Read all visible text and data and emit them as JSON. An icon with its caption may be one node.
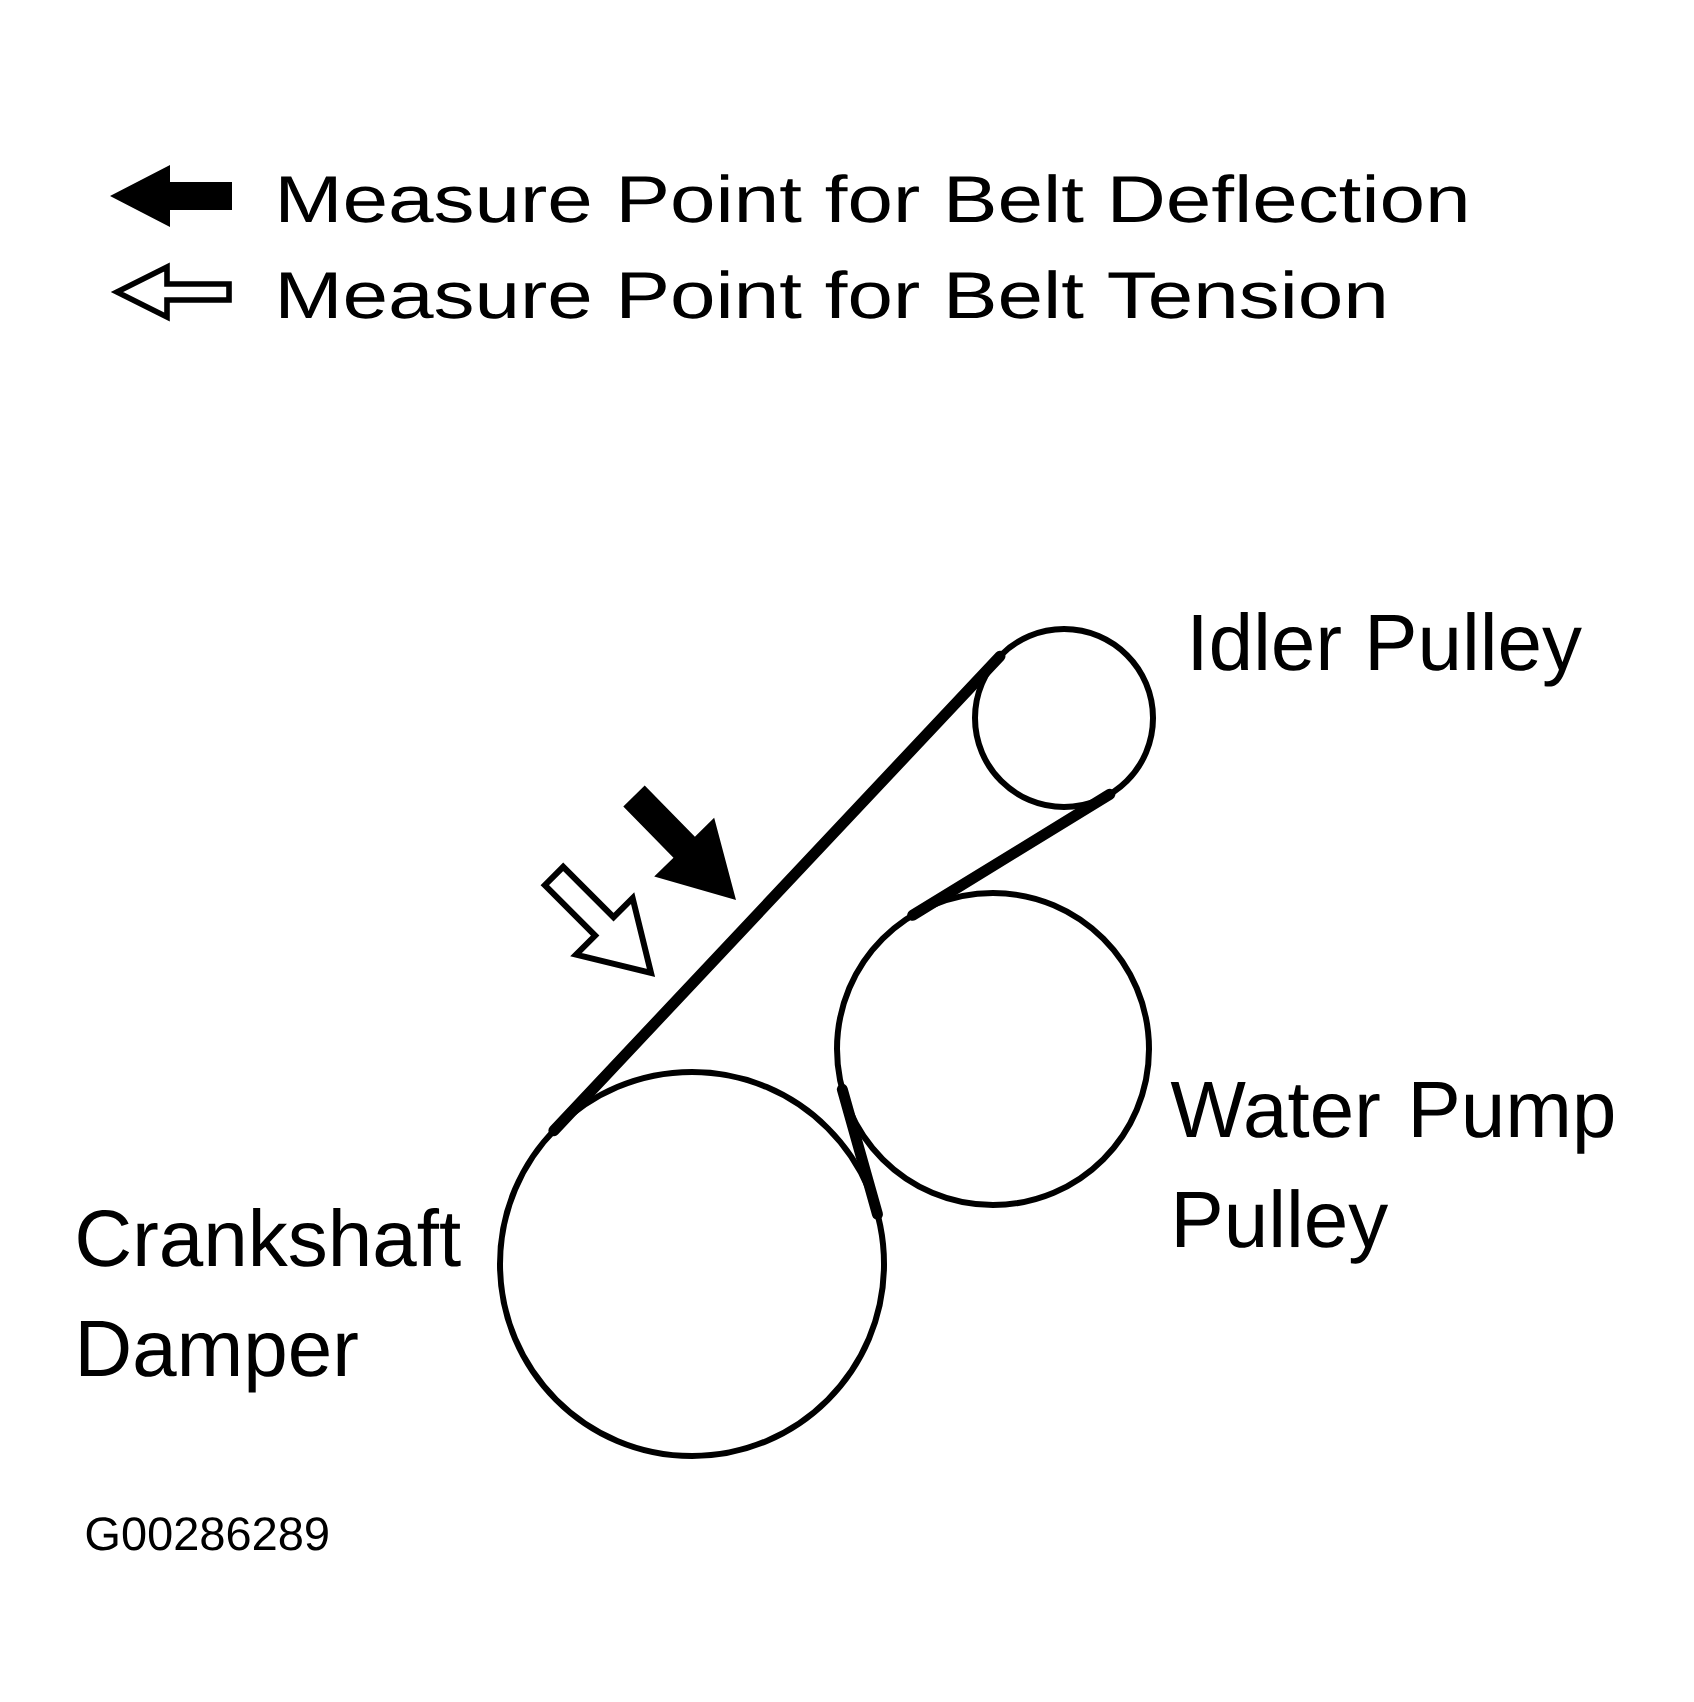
{
  "diagram": {
    "nodes": [
      {
        "text": [],
        "shape": "circle",
        "beside": [
          "Idler Pulley"
        ]
      },
      {
        "text": [],
        "shape": "circle",
        "beside": [
          "Water Pump Pulley"
        ]
      },
      {
        "text": [],
        "shape": "circle",
        "beside": [
          "Crankshaft Damper"
        ]
      }
    ],
    "edges": [
      {
        "from": 2,
        "to": 0,
        "arrow": "none"
      },
      {
        "from": 0,
        "to": 1,
        "arrow": "none"
      },
      {
        "from": 1,
        "to": 2,
        "arrow": "none"
      }
    ],
    "labels": [
      "G00286289"
    ],
    "legend": [
      {
        "text": "Measure Point for Belt Deflection"
      },
      {
        "text": "Measure Point for Belt Tension"
      }
    ]
  }
}
